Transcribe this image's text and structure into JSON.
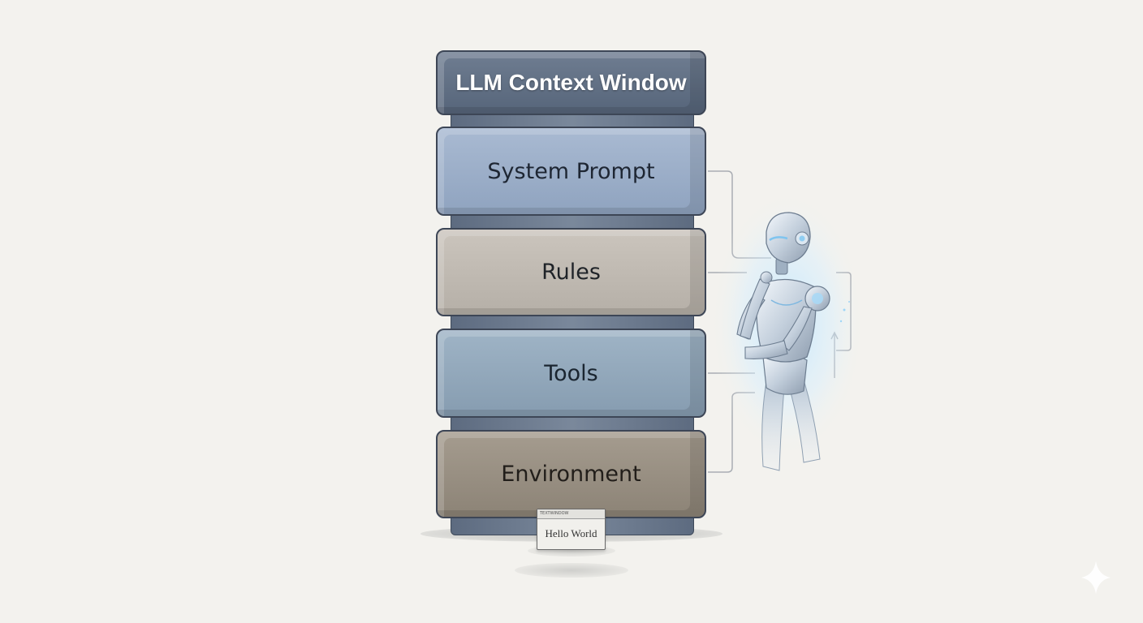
{
  "diagram": {
    "title": "LLM Context Window",
    "layers": [
      {
        "label": "System Prompt",
        "color": "#9eb1cb"
      },
      {
        "label": "Rules",
        "color": "#c1bbb3"
      },
      {
        "label": "Tools",
        "color": "#94aabd"
      },
      {
        "label": "Environment",
        "color": "#9a9184"
      }
    ],
    "window_card": {
      "titlebar": "TEXTWINDOW",
      "text": "Hello World"
    },
    "figure": "robot-thinking-icon"
  }
}
